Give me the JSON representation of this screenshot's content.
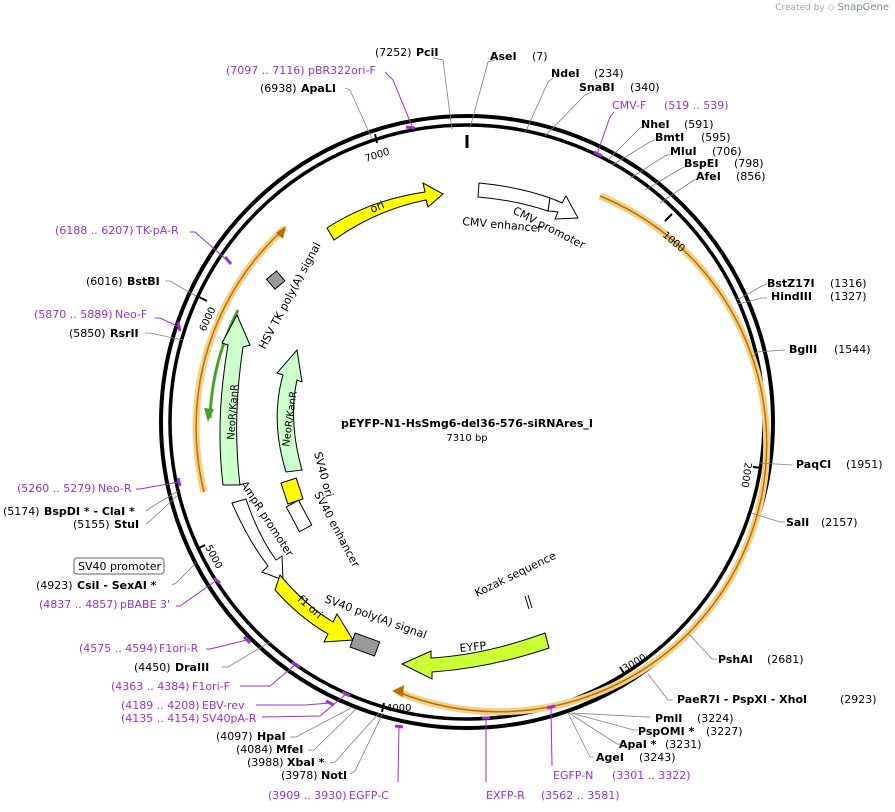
{
  "brand": {
    "created_by": "Created by",
    "name": "SnapGene"
  },
  "plasmid": {
    "name": "pEYFP-N1-HsSmg6-del36-576-siRNAres_I",
    "size_label": "7310 bp",
    "length": 7310
  },
  "ticks": [
    "1000",
    "2000",
    "3000",
    "4000",
    "5000",
    "6000",
    "7000"
  ],
  "features": [
    {
      "name": "ori",
      "color": "#ffff00",
      "text_color": "#000000"
    },
    {
      "name": "CMV enhancer",
      "color": "#ffffff"
    },
    {
      "name": "CMV promoter",
      "color": "#ffffff"
    },
    {
      "name": "HSV TK poly(A) signal",
      "color": "#999999"
    },
    {
      "name": "NeoR/KanR",
      "color": "#ccffcc"
    },
    {
      "name": "NeoR/KanR",
      "color": "#ccffcc"
    },
    {
      "name": "SV40 ori",
      "color": "#ffff00"
    },
    {
      "name": "SV40 enhancer",
      "color": "#ffffff"
    },
    {
      "name": "AmpR promoter",
      "color": "#ffffff"
    },
    {
      "name": "SV40 promoter",
      "color": "#ffffff"
    },
    {
      "name": "f1 ori",
      "color": "#ffff00"
    },
    {
      "name": "SV40 poly(A) signal",
      "color": "#999999"
    },
    {
      "name": "EYFP",
      "color": "#ccff33"
    },
    {
      "name": "Kozak sequence",
      "color": "#000000"
    }
  ],
  "sites": [
    {
      "name": "PciI",
      "pos": "(7252)"
    },
    {
      "name": "AseI",
      "pos": "(7)"
    },
    {
      "name": "NdeI",
      "pos": "(234)"
    },
    {
      "name": "SnaBI",
      "pos": "(340)"
    },
    {
      "name": "NheI",
      "pos": "(591)"
    },
    {
      "name": "BmtI",
      "pos": "(595)"
    },
    {
      "name": "MluI",
      "pos": "(706)"
    },
    {
      "name": "BspEI",
      "pos": "(798)"
    },
    {
      "name": "AfeI",
      "pos": "(856)"
    },
    {
      "name": "BstZ17I",
      "pos": "(1316)"
    },
    {
      "name": "HindIII",
      "pos": "(1327)"
    },
    {
      "name": "BglII",
      "pos": "(1544)"
    },
    {
      "name": "PaqCI",
      "pos": "(1951)"
    },
    {
      "name": "SalI",
      "pos": "(2157)"
    },
    {
      "name": "PshAI",
      "pos": "(2681)"
    },
    {
      "name": "PaeR7I - PspXI - XhoI",
      "pos": "(2923)"
    },
    {
      "name": "PmlI",
      "pos": "(3224)"
    },
    {
      "name": "PspOMI *",
      "pos": "(3227)"
    },
    {
      "name": "ApaI *",
      "pos": "(3231)"
    },
    {
      "name": "AgeI",
      "pos": "(3243)"
    },
    {
      "name": "NotI",
      "pos": "(3978)"
    },
    {
      "name": "XbaI *",
      "pos": "(3988)"
    },
    {
      "name": "MfeI",
      "pos": "(4084)"
    },
    {
      "name": "HpaI",
      "pos": "(4097)"
    },
    {
      "name": "DraIII",
      "pos": "(4450)"
    },
    {
      "name": "CsiI - SexAI *",
      "pos": "(4923)"
    },
    {
      "name": "StuI",
      "pos": "(5155)"
    },
    {
      "name": "BspDI * - ClaI *",
      "pos": "(5174)"
    },
    {
      "name": "RsrII",
      "pos": "(5850)"
    },
    {
      "name": "BstBI",
      "pos": "(6016)"
    },
    {
      "name": "ApaLI",
      "pos": "(6938)"
    }
  ],
  "primers": [
    {
      "name": "pBR322ori-F",
      "range": "(7097 .. 7116)"
    },
    {
      "name": "CMV-F",
      "range": "(519 .. 539)"
    },
    {
      "name": "TK-pA-R",
      "range": "(6188 .. 6207)"
    },
    {
      "name": "Neo-F",
      "range": "(5870 .. 5889)"
    },
    {
      "name": "Neo-R",
      "range": "(5260 .. 5279)"
    },
    {
      "name": "pBABE 3'",
      "range": "(4837 .. 4857)"
    },
    {
      "name": "F1ori-R",
      "range": "(4575 .. 4594)"
    },
    {
      "name": "F1ori-F",
      "range": "(4363 .. 4384)"
    },
    {
      "name": "EBV-rev",
      "range": "(4189 .. 4208)"
    },
    {
      "name": "SV40pA-R",
      "range": "(4135 .. 4154)"
    },
    {
      "name": "EGFP-C",
      "range": "(3909 .. 3930)"
    },
    {
      "name": "EXFP-R",
      "range": "(3562 .. 3581)"
    },
    {
      "name": "EGFP-N",
      "range": "(3301 .. 3322)"
    }
  ],
  "colors": {
    "backbone": "#000000",
    "primer": "#9b30c9",
    "orf": "#f0b040",
    "orf_line": "#c07800",
    "orf_green": "#4aa02a",
    "site_line": "#808080"
  }
}
